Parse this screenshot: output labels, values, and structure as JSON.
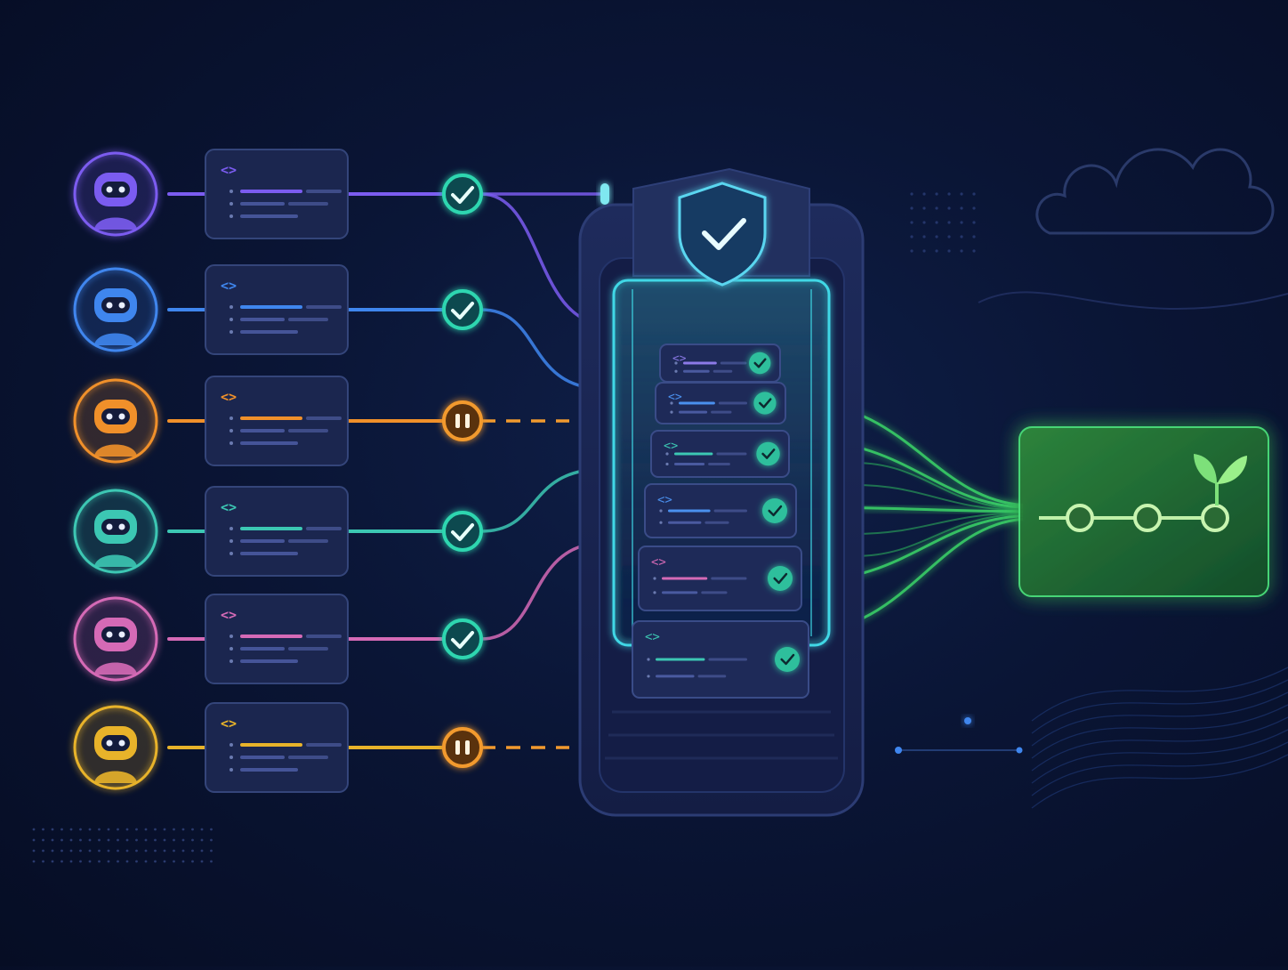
{
  "colors": {
    "background": "#0a1535",
    "panel": "#1a2550",
    "panel_border": "#34457a",
    "approve": "#2fd6b0",
    "pause": "#f29a2e",
    "output_green": "#3ddc6a",
    "gate_glow": "#3fd8e6"
  },
  "agents": [
    {
      "name": "violet-agent",
      "color": "#7b5cf0",
      "status": "approved",
      "code_symbol": "<>"
    },
    {
      "name": "blue-agent",
      "color": "#3f86ee",
      "status": "approved",
      "code_symbol": "<>"
    },
    {
      "name": "orange-agent",
      "color": "#f0902a",
      "status": "paused",
      "code_symbol": "<>"
    },
    {
      "name": "teal-agent",
      "color": "#3cc7b3",
      "status": "approved",
      "code_symbol": "<>"
    },
    {
      "name": "pink-agent",
      "color": "#d56ab6",
      "status": "approved",
      "code_symbol": "<>"
    },
    {
      "name": "yellow-agent",
      "color": "#e8b32a",
      "status": "paused",
      "code_symbol": "<>"
    }
  ],
  "gate": {
    "icon": "shield-check-icon",
    "queue": [
      {
        "code_symbol": "<>",
        "status": "approved",
        "accent": "#8c7ae8"
      },
      {
        "code_symbol": "<>",
        "status": "approved",
        "accent": "#4a90ee"
      },
      {
        "code_symbol": "<>",
        "status": "approved",
        "accent": "#3cc7b3"
      },
      {
        "code_symbol": "<>",
        "status": "approved",
        "accent": "#4a90ee"
      },
      {
        "code_symbol": "<>",
        "status": "approved",
        "accent": "#d56ab6"
      },
      {
        "code_symbol": "<>",
        "status": "approved",
        "accent": "#3cc7b3"
      }
    ]
  },
  "output": {
    "icon": "sprout-icon",
    "timeline_nodes": 3
  },
  "decor": {
    "cloud_icon": "cloud-icon"
  }
}
